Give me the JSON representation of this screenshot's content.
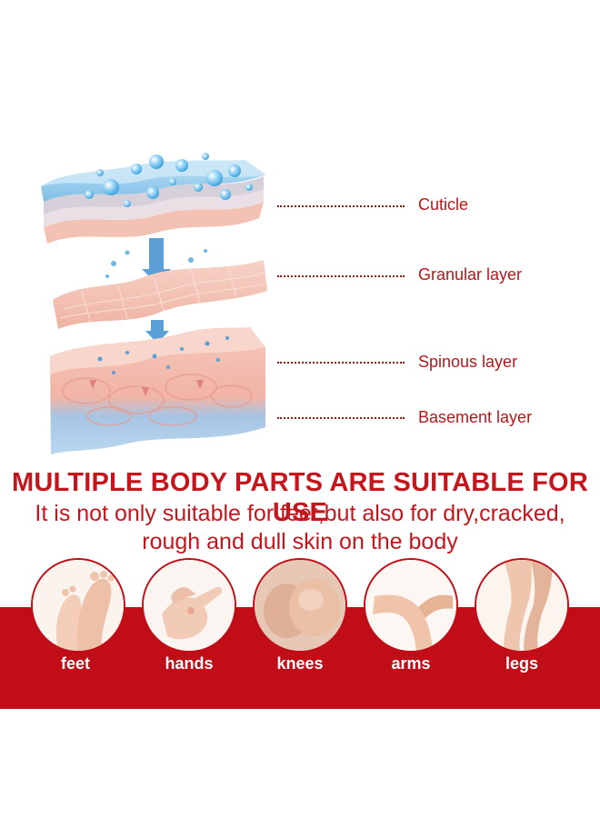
{
  "layers": [
    {
      "label": "Cuticle"
    },
    {
      "label": "Granular layer"
    },
    {
      "label": "Spinous layer"
    },
    {
      "label": "Basement layer"
    }
  ],
  "headline": {
    "title": "MULTIPLE BODY PARTS ARE SUITABLE FOR USE",
    "line1": "It is not only suitable for feet,but also for dry,cracked,",
    "line2": "rough and dull skin on the body"
  },
  "parts": [
    {
      "label": "feet"
    },
    {
      "label": "hands"
    },
    {
      "label": "knees"
    },
    {
      "label": "arms"
    },
    {
      "label": "legs"
    }
  ],
  "colors": {
    "accent": "#c10d17",
    "label": "#b5171b"
  }
}
